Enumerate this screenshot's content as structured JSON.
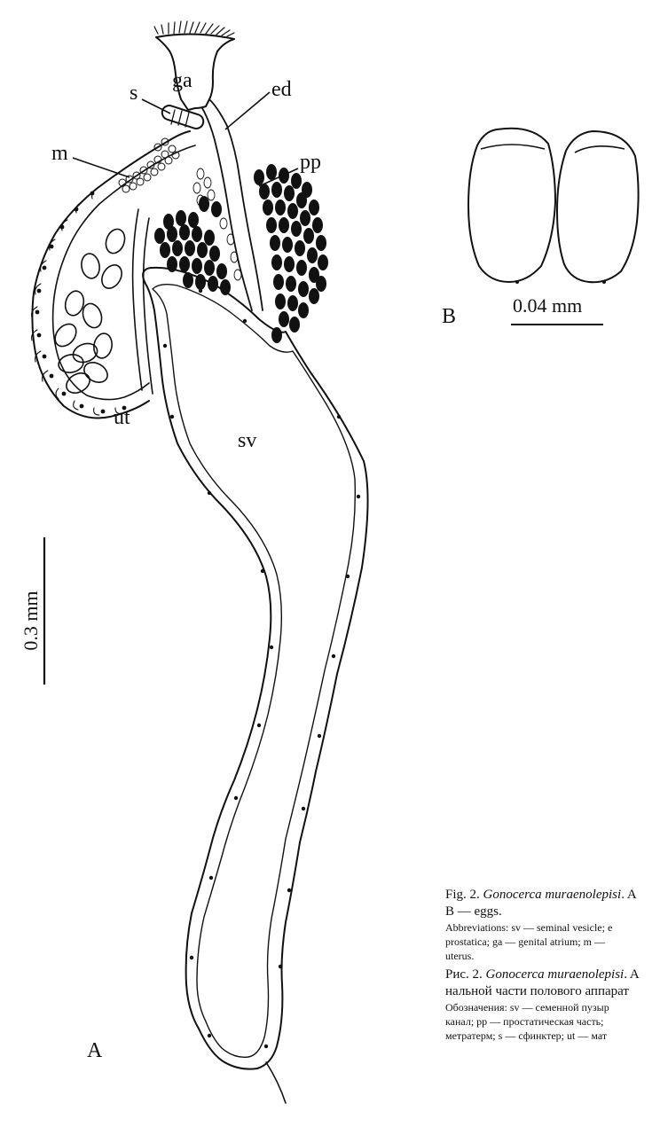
{
  "labels": {
    "ga": "ga",
    "ed": "ed",
    "s": "s",
    "m": "m",
    "pp": "pp",
    "ut": "ut",
    "sv": "sv",
    "panelA": "A",
    "panelB": "B"
  },
  "scale_bars": {
    "a": "0.3 mm",
    "b": "0.04 mm"
  },
  "caption": {
    "en_title_prefix": "Fig. 2. ",
    "en_title_species": "Gonocerca muraenolepisi",
    "en_title_rest": ". A",
    "en_line2": "B — eggs.",
    "en_abbr_1": "Abbreviations: sv — seminal vesicle; e",
    "en_abbr_2": "prostatica; ga — genital atrium; m —",
    "en_abbr_3": "uterus.",
    "ru_title_prefix": "Рис. 2. ",
    "ru_title_species": "Gonocerca muraenolepisi",
    "ru_title_rest": ". A",
    "ru_line2": "нальной части полового аппарат",
    "ru_abbr_1": "Обозначения: sv — семенной пузыр",
    "ru_abbr_2": "канал; pp — простатическая часть;",
    "ru_abbr_3": "метратерм; s — сфинктер; ut — мат"
  }
}
